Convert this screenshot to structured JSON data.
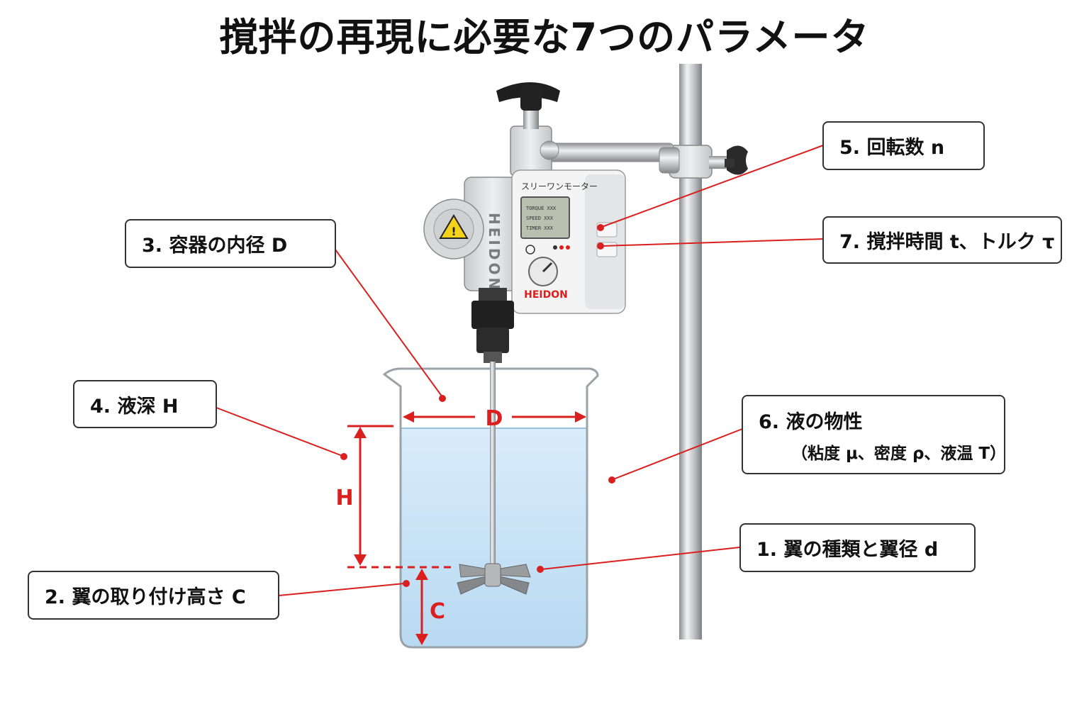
{
  "title": "撹拌の再現に必要な7つのパラメータ",
  "callouts": {
    "c1": "1. 翼の種類と翼径 d",
    "c2": "2. 翼の取り付け高さ C",
    "c3": "3. 容器の内径 D",
    "c4": "4. 液深 H",
    "c5": "5. 回転数 n",
    "c6_title": "6. 液の物性",
    "c6_sub": "（粘度 μ、密度 ρ、液温 T）",
    "c7": "7. 撹拌時間 t、トルク τ"
  },
  "dimensions": {
    "D": "D",
    "H": "H",
    "C": "C"
  },
  "device": {
    "panel_label": "スリーワンモーター",
    "brand": "HEIDON",
    "side_label": "HEIDON",
    "display_lines": [
      "TORQUE  XXX",
      "SPEED  XXX",
      "TIMER  XXX"
    ]
  },
  "colors": {
    "accent": "#d9201f",
    "text": "#111111",
    "liquid": "#cfe6f7"
  }
}
